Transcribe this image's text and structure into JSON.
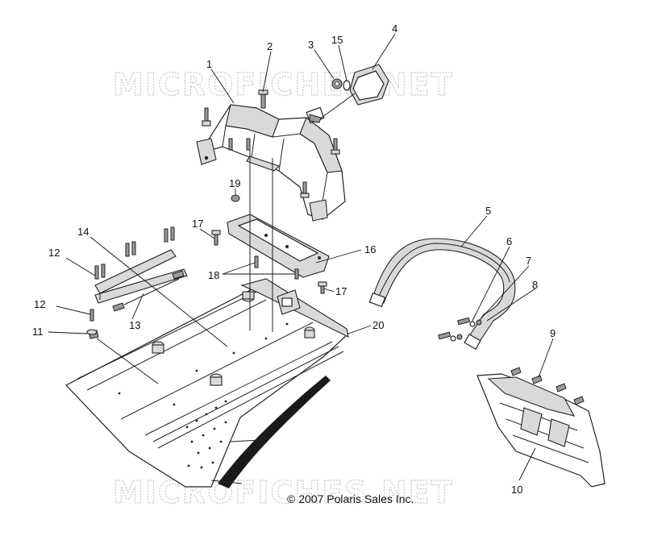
{
  "watermarks": [
    {
      "text": "MICROFICHES.NET"
    },
    {
      "text": "MICROFICHES.NET"
    }
  ],
  "copyright": "© 2007 Polaris Sales Inc.",
  "callouts": [
    {
      "id": "c1",
      "label": "1"
    },
    {
      "id": "c2",
      "label": "2"
    },
    {
      "id": "c3",
      "label": "3"
    },
    {
      "id": "c15",
      "label": "15"
    },
    {
      "id": "c4",
      "label": "4"
    },
    {
      "id": "c19",
      "label": "19"
    },
    {
      "id": "c17a",
      "label": "17"
    },
    {
      "id": "c14",
      "label": "14"
    },
    {
      "id": "c12a",
      "label": "12"
    },
    {
      "id": "c16",
      "label": "16"
    },
    {
      "id": "c18",
      "label": "18"
    },
    {
      "id": "c17b",
      "label": "17"
    },
    {
      "id": "c12b",
      "label": "12"
    },
    {
      "id": "c13",
      "label": "13"
    },
    {
      "id": "c11",
      "label": "11"
    },
    {
      "id": "c20",
      "label": "20"
    },
    {
      "id": "c5",
      "label": "5"
    },
    {
      "id": "c6",
      "label": "6"
    },
    {
      "id": "c7",
      "label": "7"
    },
    {
      "id": "c8",
      "label": "8"
    },
    {
      "id": "c9",
      "label": "9"
    },
    {
      "id": "c10",
      "label": "10"
    }
  ]
}
